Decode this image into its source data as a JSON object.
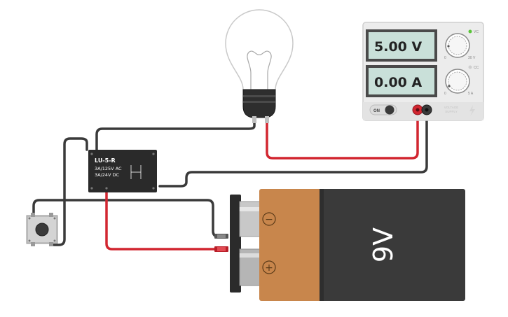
{
  "power_supply": {
    "voltage_display": "5.00 V",
    "current_display": "0.00 A",
    "power_switch_label": "ON",
    "voltage_indicator_label": "VC",
    "current_indicator_label": "CC",
    "voltage_knob_min": "0",
    "voltage_knob_max": "30 V",
    "current_knob_min": "0",
    "current_knob_max": "5 A",
    "brand_line1": "VOLTAGE",
    "brand_line2": "SUPPLY",
    "colors": {
      "voltage_indicator": "#5ac43a",
      "current_indicator": "#cfcfcf"
    }
  },
  "relay": {
    "model": "LU-5-R",
    "rating_ac": "3A/125V AC",
    "rating_dc": "3A/24V  DC"
  },
  "battery": {
    "voltage_label": "9V",
    "negative_symbol": "−",
    "positive_symbol": "+",
    "colors": {
      "label_band": "#c8864c",
      "body": "#3a3a3a"
    }
  },
  "wires": {
    "colors": {
      "red": "#d22630",
      "black": "#3a3a3a"
    }
  }
}
